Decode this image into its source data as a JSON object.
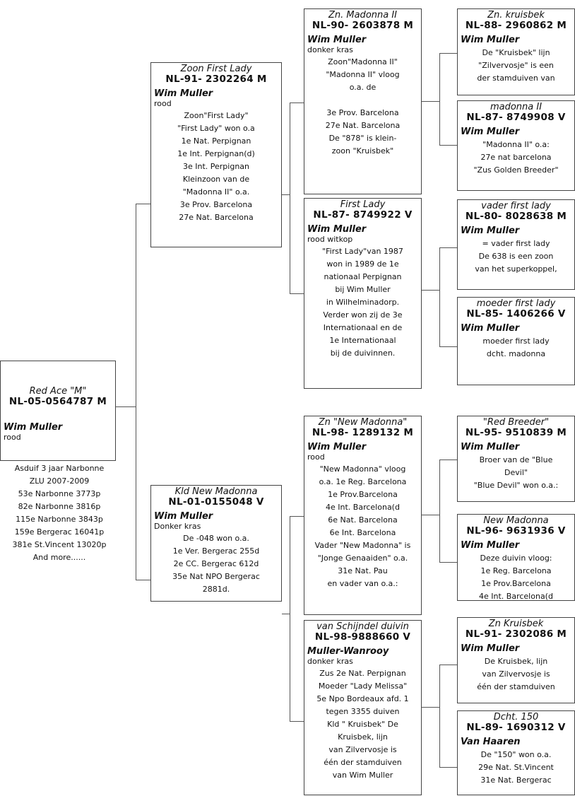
{
  "pigeons": [
    {
      "name": "Red Ace \"M\"",
      "ring": "NL-05-0564787 M",
      "owner": "Wim Muller",
      "color": "rood",
      "notes": []
    },
    {
      "name": "Zoon First Lady",
      "ring": "NL-91- 2302264 M",
      "owner": "Wim Muller",
      "color": "rood",
      "notes": [
        "Zoon\"First Lady\"",
        "\"First Lady\" won o.a",
        "1e Nat. Perpignan",
        "1e Int. Perpignan(d)",
        "3e Int. Perpignan",
        "Kleinzoon van de",
        "\"Madonna II\" o.a.",
        "3e  Prov. Barcelona",
        "27e Nat.  Barcelona"
      ]
    },
    {
      "name": "Kld New Madonna",
      "ring": "NL-01-0155048 V",
      "owner": "Wim Muller",
      "color": "Donker kras",
      "notes": [
        "De -048 won o.a.",
        "1e Ver. Bergerac 255d",
        "2e  CC. Bergerac 612d",
        "35e Nat NPO Bergerac",
        "2881d."
      ]
    },
    {
      "name": "Zn. Madonna II",
      "ring": "NL-90- 2603878 M",
      "owner": "Wim Muller",
      "color": "donker kras",
      "notes": [
        "Zoon\"Madonna II\"",
        "\"Madonna II\" vloog",
        "o.a. de",
        "",
        "3e Prov. Barcelona",
        "27e Nat. Barcelona",
        "De \"878\" is klein-",
        "zoon \"Kruisbek\""
      ]
    },
    {
      "name": "First Lady",
      "ring": "NL-87- 8749922 V",
      "owner": "Wim Muller",
      "color": "rood witkop",
      "notes": [
        "\"First Lady\"van 1987",
        "won in 1989 de 1e",
        "nationaal Perpignan",
        "bij Wim Muller",
        "in Wilhelminadorp.",
        "Verder won zij de 3e",
        "Internationaal en de",
        "1e Internationaal",
        "bij de duivinnen."
      ]
    },
    {
      "name": "Zn \"New Madonna\"",
      "ring": "NL-98- 1289132 M",
      "owner": "Wim Muller",
      "color": "rood",
      "notes": [
        "\"New Madonna\" vloog",
        "o.a. 1e  Reg. Barcelona",
        "1e  Prov.Barcelona",
        "4e  Int. Barcelona(d",
        "6e  Nat. Barcelona",
        "6e  Int. Barcelona",
        "Vader \"New Madonna\" is",
        "\"Jonge Genaaiden\"   o.a.",
        "31e Nat. Pau",
        "en vader van o.a.:"
      ]
    },
    {
      "name": "van Schijndel duivin",
      "ring": "NL-98-9888660 V",
      "owner": "Muller-Wanrooy",
      "color": "donker kras",
      "notes": [
        "Zus  2e  Nat. Perpignan",
        "Moeder \"Lady Melissa\"",
        "5e Npo Bordeaux afd. 1",
        "tegen 3355 duiven",
        "Kld \" Kruisbek\" De",
        "Kruisbek, lijn",
        "van Zilvervosje is",
        "één der stamduiven",
        "van Wim Muller"
      ]
    },
    {
      "name": "Zn. kruisbek",
      "ring": "NL-88- 2960862 M",
      "owner": "Wim Muller",
      "color": "",
      "notes": [
        "De \"Kruisbek\" lijn",
        "\"Zilvervosje\" is een",
        "der stamduiven van"
      ]
    },
    {
      "name": "madonna II",
      "ring": "NL-87- 8749908 V",
      "owner": "Wim Muller",
      "color": "",
      "notes": [
        "\"Madonna II\" o.a:",
        "27e nat barcelona",
        "\"Zus Golden Breeder\""
      ]
    },
    {
      "name": "vader first lady",
      "ring": "NL-80- 8028638 M",
      "owner": "Wim Muller",
      "color": "",
      "notes": [
        "= vader first lady",
        "De 638 is een zoon",
        "van het superkoppel,"
      ]
    },
    {
      "name": "moeder first lady",
      "ring": "NL-85- 1406266 V",
      "owner": "Wim Muller",
      "color": "",
      "notes": [
        "moeder first lady",
        "dcht. madonna"
      ]
    },
    {
      "name": "\"Red Breeder\"",
      "ring": "NL-95- 9510839 M",
      "owner": "Wim Muller",
      "color": "",
      "notes": [
        "Broer van de \"Blue",
        "Devil\"",
        "\"Blue Devil\" won o.a.:"
      ]
    },
    {
      "name": "New Madonna",
      "ring": "NL-96- 9631936 V",
      "owner": "Wim Muller",
      "color": "",
      "notes": [
        "Deze duivin vloog:",
        "1e  Reg. Barcelona",
        "1e  Prov.Barcelona",
        "4e  Int. Barcelona(d"
      ]
    },
    {
      "name": "Zn Kruisbek",
      "ring": "NL-91- 2302086 M",
      "owner": "Wim Muller",
      "color": "",
      "notes": [
        "De Kruisbek, lijn",
        "van Zilvervosje is",
        "één der stamduiven"
      ]
    },
    {
      "name": "Dcht. 150",
      "ring": "NL-89- 1690312 V",
      "owner": "Van Haaren",
      "color": "",
      "notes": [
        "De \"150\" won o.a.",
        "29e  Nat. St.Vincent",
        "31e  Nat. Bergerac"
      ]
    }
  ],
  "main_results": [
    "Asduif 3 jaar Narbonne",
    "ZLU 2007-2009",
    "53e    Narbonne 3773p",
    "82e    Narbonne 3816p",
    "115e   Narbonne 3843p",
    "159e   Bergerac 16041p",
    "381e St.Vincent 13020p",
    "And more......"
  ]
}
